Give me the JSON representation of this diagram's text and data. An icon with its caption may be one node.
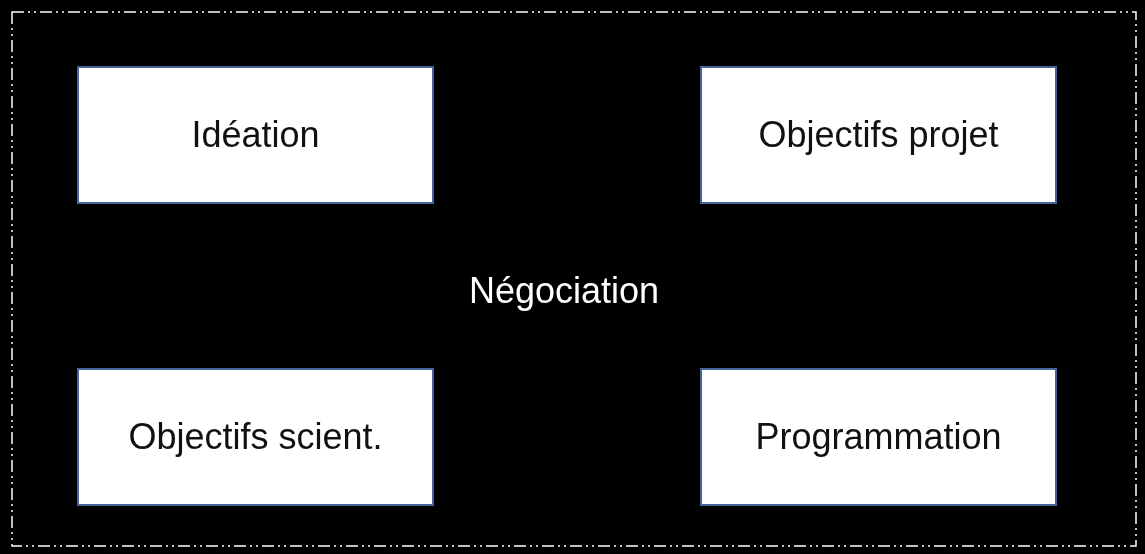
{
  "diagram": {
    "nodes": [
      {
        "text": [
          "Négociation"
        ]
      },
      {
        "text": [
          "Idéation"
        ],
        "in": 0
      },
      {
        "text": [
          "Objectifs projet"
        ],
        "in": 0
      },
      {
        "text": [
          "Objectifs scient."
        ],
        "in": 0
      },
      {
        "text": [
          "Programmation"
        ],
        "in": 0
      }
    ],
    "edges": []
  }
}
